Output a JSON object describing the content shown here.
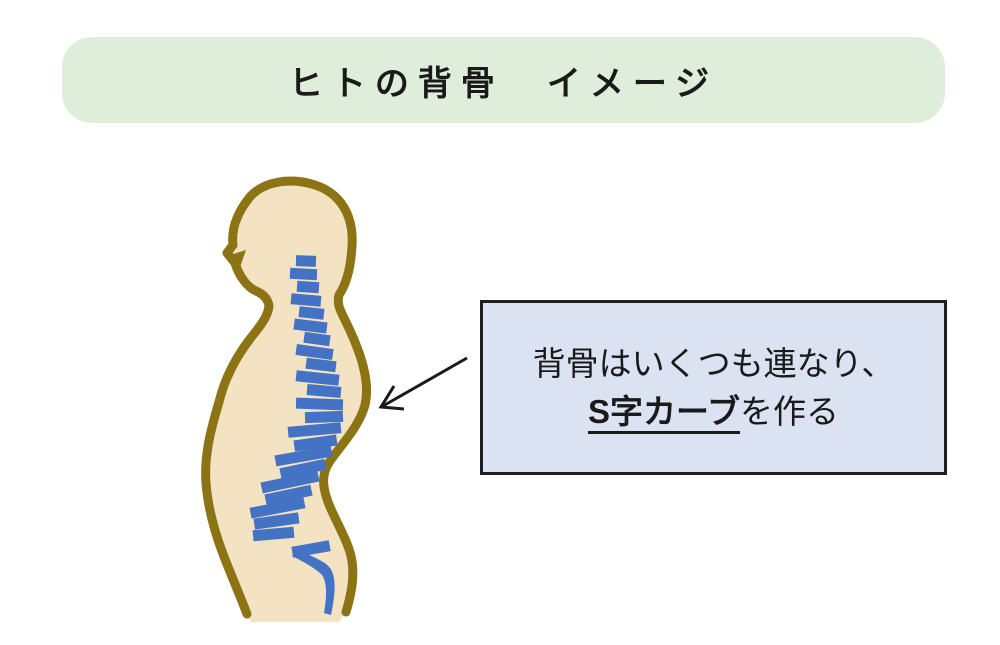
{
  "banner": {
    "title": "ヒトの背骨　イメージ"
  },
  "annotation_box": {
    "line1": "背骨はいくつも連なり、",
    "line2_emphasis": "S字カーブ",
    "line2_rest": "を作る"
  },
  "colors": {
    "page_bg": "#ffffff",
    "banner_bg": "#dfeeda",
    "banner_text": "#1a1a1a",
    "box_bg": "#dbe3f3",
    "box_border": "#1f1f1f",
    "box_text": "#1a1a1a",
    "body_fill": "#f4e3c2",
    "body_outline": "#8c7314",
    "spine_blue": "#4472c4",
    "arrow_color": "#1a1a1a"
  }
}
